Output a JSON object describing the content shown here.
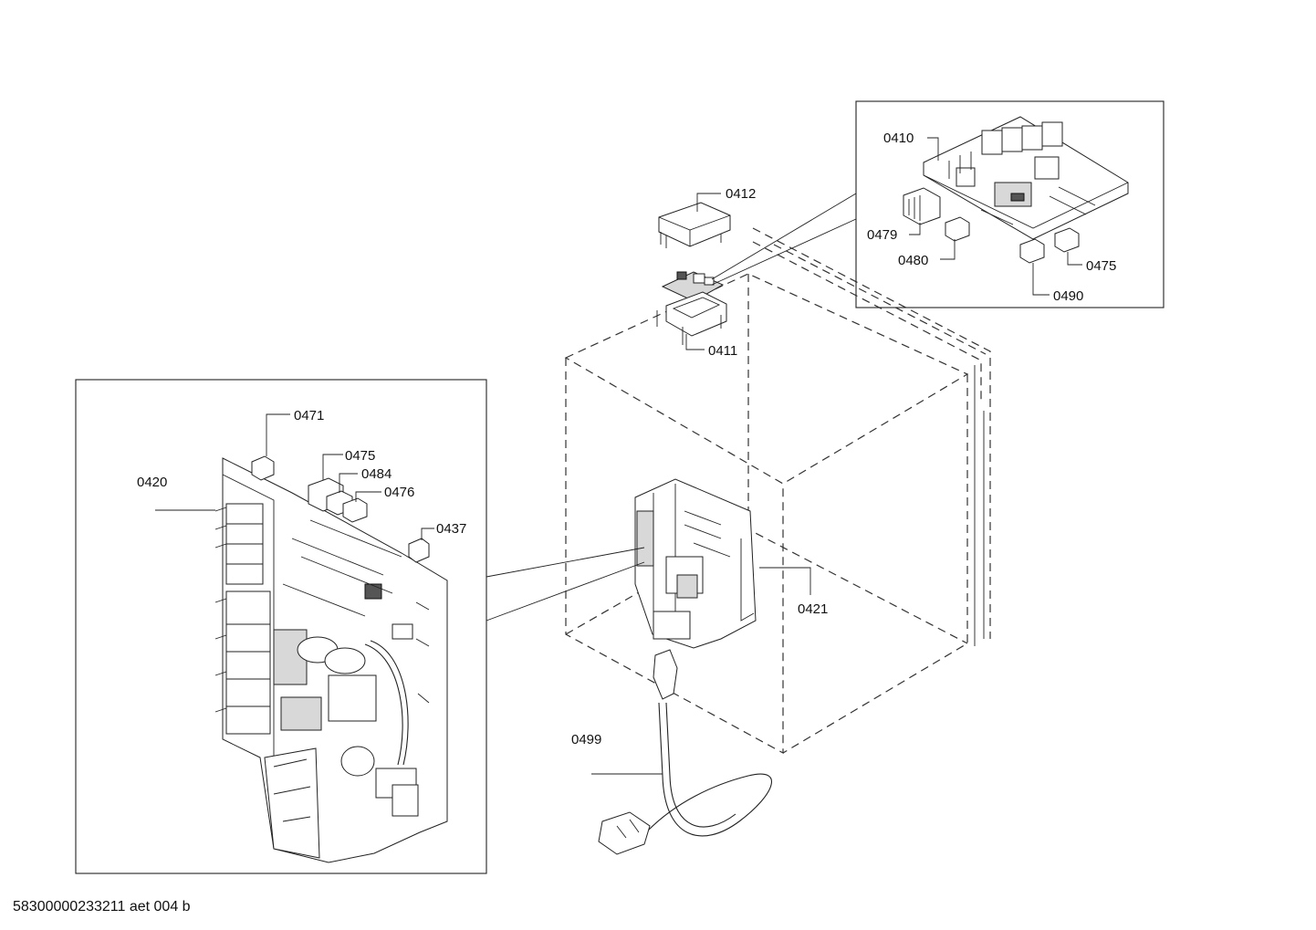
{
  "labels": {
    "l0410": "0410",
    "l0412": "0412",
    "l0479": "0479",
    "l0480": "0480",
    "l0475_top": "0475",
    "l0490": "0490",
    "l0411": "0411",
    "l0471": "0471",
    "l0475_left": "0475",
    "l0484": "0484",
    "l0476": "0476",
    "l0420": "0420",
    "l0437": "0437",
    "l0421": "0421",
    "l0499": "0499"
  },
  "footer": {
    "doc_id": "58300000233211 aet 004 b"
  }
}
